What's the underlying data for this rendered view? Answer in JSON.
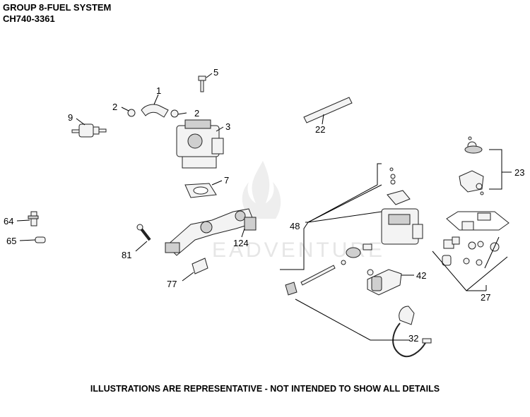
{
  "header": {
    "line1": "GROUP 8-FUEL SYSTEM",
    "line2": "CH740-3361"
  },
  "watermark": {
    "text": "EADVENTURE"
  },
  "callouts": {
    "c1": "1",
    "c2a": "2",
    "c2b": "2",
    "c3": "3",
    "c5": "5",
    "c7": "7",
    "c9": "9",
    "c22": "22",
    "c23": "23",
    "c27": "27",
    "c32": "32",
    "c42": "42",
    "c48": "48",
    "c64": "64",
    "c65": "65",
    "c77": "77",
    "c81": "81",
    "c124": "124"
  },
  "footer": {
    "text": "ILLUSTRATIONS ARE REPRESENTATIVE - NOT INTENDED TO SHOW ALL DETAILS"
  }
}
